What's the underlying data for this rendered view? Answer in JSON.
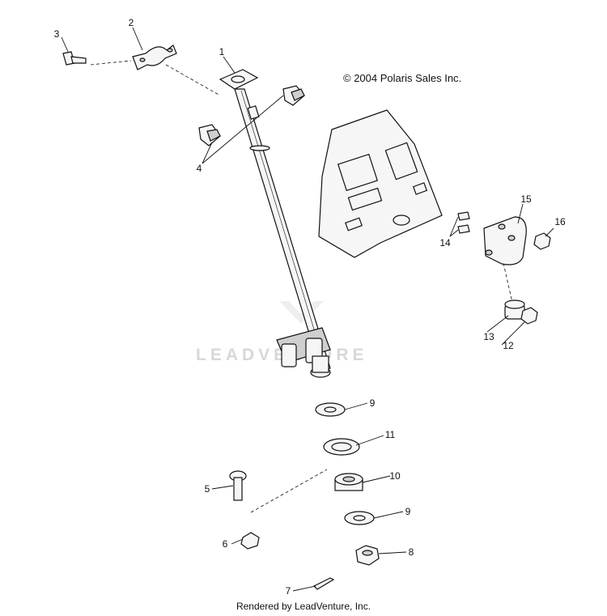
{
  "copyright": "© 2004 Polaris Sales Inc.",
  "rendered_by": "Rendered by LeadVenture, Inc.",
  "watermark": "LEADVENTURE",
  "callouts": {
    "c1": "1",
    "c2": "2",
    "c3": "3",
    "c4": "4",
    "c5": "5",
    "c6": "6",
    "c7": "7",
    "c8": "8",
    "c9a": "9",
    "c9b": "9",
    "c10": "10",
    "c11": "11",
    "c12": "12",
    "c13": "13",
    "c14": "14",
    "c15": "15",
    "c16": "16"
  }
}
